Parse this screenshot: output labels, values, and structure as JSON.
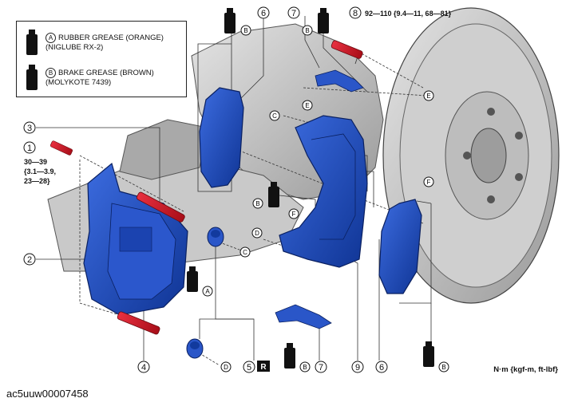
{
  "legend": {
    "items": [
      {
        "letter": "A",
        "line1": "RUBBER GREASE (ORANGE)",
        "line2": "(NIGLUBE RX-2)"
      },
      {
        "letter": "B",
        "line1": "BRAKE GREASE (BROWN)",
        "line2": "(MOLYKOTE 7439)"
      }
    ]
  },
  "torques": {
    "bolt8": "92—110 {9.4—11, 68—81}",
    "bolt1_line1": "30—39",
    "bolt1_line2": "{3.1—3.9,",
    "bolt1_line3": "23—28}"
  },
  "callouts": {
    "n1": "1",
    "n2": "2",
    "n3": "3",
    "n4": "4",
    "n5": "5",
    "n6a": "6",
    "n6b": "6",
    "n7a": "7",
    "n7b": "7",
    "n8": "8",
    "n9": "9"
  },
  "letters": {
    "A": "A",
    "B": "B",
    "C": "C",
    "D": "D",
    "E": "E",
    "F": "F",
    "R": "R"
  },
  "units_label": "N·m {kgf-m, ft-lbf}",
  "figure_code": "ac5uuw00007458",
  "colors": {
    "part_blue": "#1f4fc0",
    "part_blue_dark": "#0c2a7a",
    "bolt_red": "#d01824",
    "gray_part": "#b8b8b8"
  }
}
